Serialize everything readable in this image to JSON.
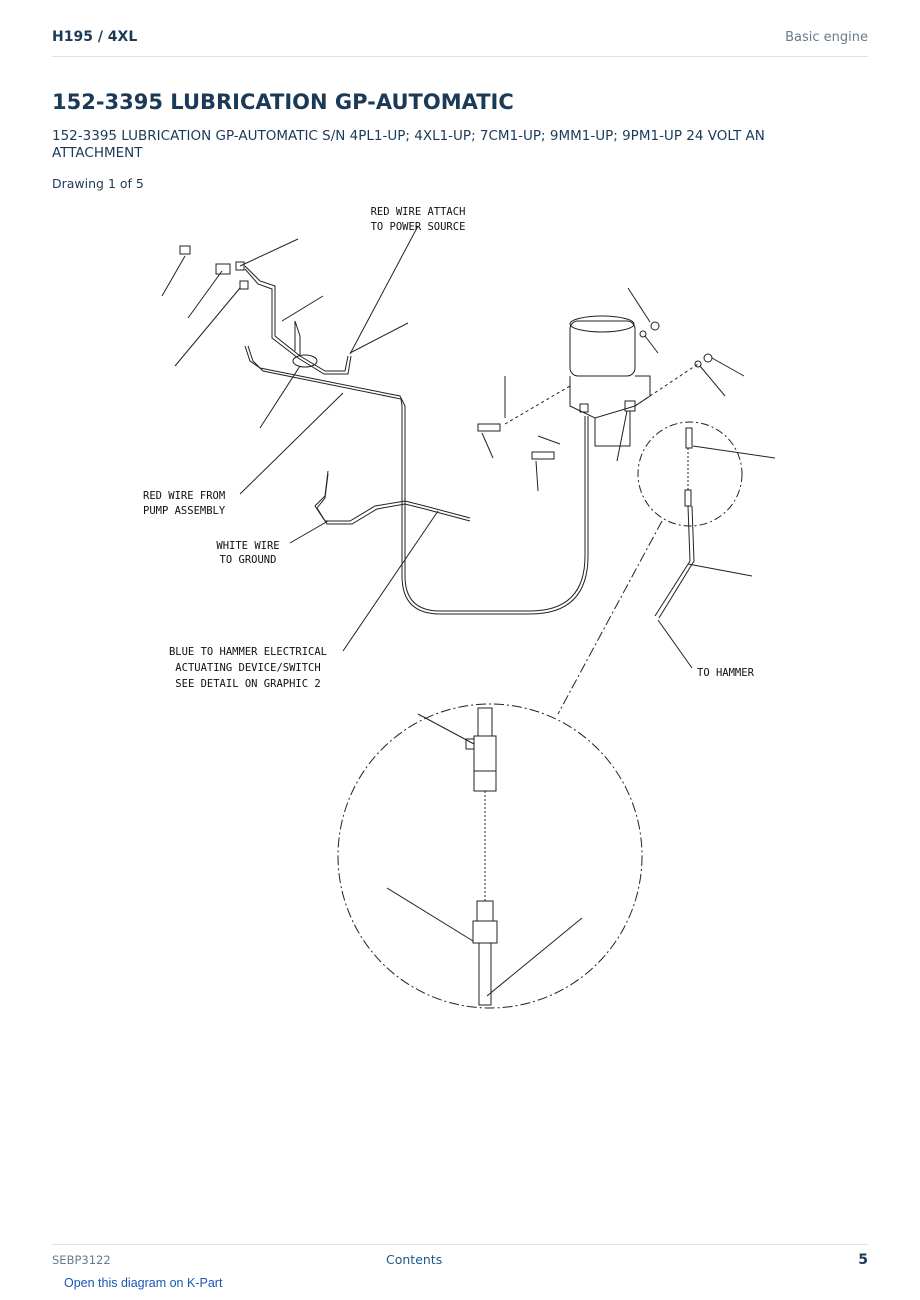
{
  "header": {
    "model": "H195  /  4XL",
    "section": "Basic engine"
  },
  "title": "152-3395 LUBRICATION GP-AUTOMATIC",
  "subtitle": "152-3395 LUBRICATION GP-AUTOMATIC S/N 4PL1-UP; 4XL1-UP; 7CM1-UP; 9MM1-UP; 9PM1-UP 24 VOLT AN ATTACHMENT",
  "drawing_label": "Drawing 1 of 5",
  "callouts": {
    "red_wire_attach": [
      "RED WIRE ATTACH",
      "TO POWER SOURCE"
    ],
    "red_wire_from": [
      "RED WIRE FROM",
      "PUMP ASSEMBLY"
    ],
    "white_wire": [
      "WHITE WIRE",
      "TO GROUND"
    ],
    "blue_to_hammer": [
      "BLUE TO HAMMER ELECTRICAL",
      "ACTUATING DEVICE/SWITCH",
      "SEE DETAIL ON GRAPHIC 2"
    ],
    "to_hammer": [
      "TO HAMMER"
    ]
  },
  "footer": {
    "doc_id": "SEBP3122",
    "contents_link": "Contents",
    "page_number": "5",
    "open_link": "Open this diagram on K-Part"
  }
}
